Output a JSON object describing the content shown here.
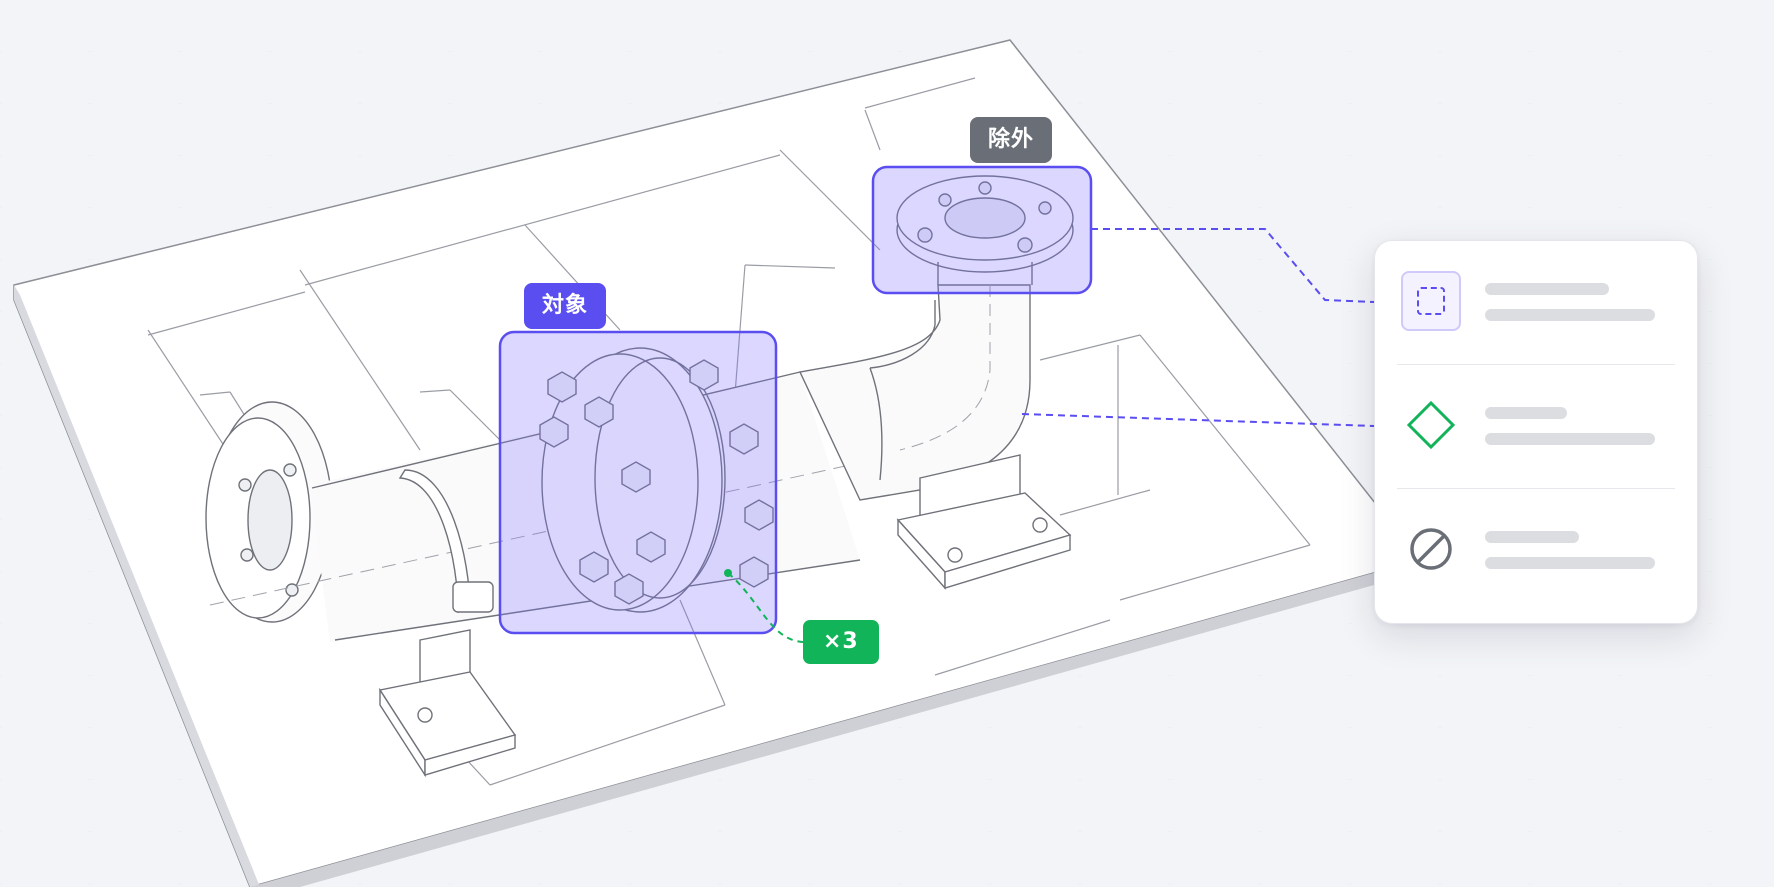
{
  "labels": {
    "target_tag": "対象",
    "exclude_tag": "除外",
    "count_tag": "×3"
  },
  "colors": {
    "target": "#5b4ef0",
    "target_fill": "rgba(124,110,255,0.28)",
    "exclude_tag": "#6a6e76",
    "count": "#12b45a",
    "line": "#8a8d94"
  },
  "legend_panel": {
    "items": [
      {
        "icon": "dashed-square-icon",
        "color": "#5b4ef0"
      },
      {
        "icon": "diamond-icon",
        "color": "#12b45a"
      },
      {
        "icon": "prohibited-icon",
        "color": "#6a6e76"
      }
    ]
  }
}
